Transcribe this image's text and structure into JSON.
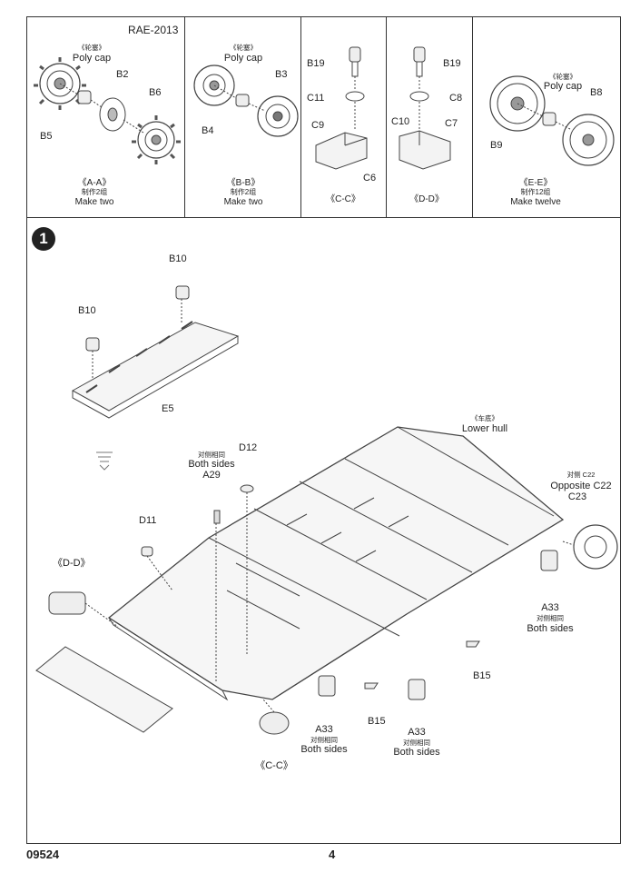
{
  "header_note": "RAE-2013",
  "subassemblies": [
    {
      "id": "AA",
      "title": "《A-A》",
      "qty_cn": "制作2组",
      "qty_en": "Make two",
      "labels": {
        "poly_cn": "《轮塞》",
        "poly_en": "Poly cap",
        "p1": "B2",
        "p2": "B6",
        "p3": "B5"
      }
    },
    {
      "id": "BB",
      "title": "《B-B》",
      "qty_cn": "制作2组",
      "qty_en": "Make two",
      "labels": {
        "poly_cn": "《轮塞》",
        "poly_en": "Poly cap",
        "p1": "B3",
        "p2": "B4"
      }
    },
    {
      "id": "CC",
      "title": "《C-C》",
      "labels": {
        "p1": "B19",
        "p2": "C11",
        "p3": "C9",
        "p4": "C6"
      }
    },
    {
      "id": "DD",
      "title": "《D-D》",
      "labels": {
        "p1": "B19",
        "p2": "C8",
        "p3": "C10",
        "p4": "C7"
      }
    },
    {
      "id": "EE",
      "title": "《E-E》",
      "qty_cn": "制作12组",
      "qty_en": "Make twelve",
      "labels": {
        "poly_cn": "《轮塞》",
        "poly_en": "Poly cap",
        "p1": "B8",
        "p2": "B9"
      }
    }
  ],
  "step": {
    "number": "1",
    "labels": {
      "b10a": "B10",
      "b10b": "B10",
      "e5": "E5",
      "lower_hull_cn": "《车底》",
      "lower_hull_en": "Lower hull",
      "c22_cn": "对侧 C22",
      "c22_en": "Opposite C22",
      "c23": "C23",
      "a29_cn": "对侧相同",
      "a29_en": "Both sides",
      "a29": "A29",
      "d12": "D12",
      "d11": "D11",
      "dd": "《D-D》",
      "a33r": "A33",
      "a33r_cn": "对侧相同",
      "a33r_en": "Both sides",
      "b15r": "B15",
      "b15m": "B15",
      "a33m": "A33",
      "a33m_cn": "对侧相同",
      "a33m_en": "Both sides",
      "a33l": "A33",
      "a33l_cn": "对侧相同",
      "a33l_en": "Both sides",
      "cc": "《C-C》"
    }
  },
  "footer": {
    "code": "09524",
    "page": "4"
  }
}
